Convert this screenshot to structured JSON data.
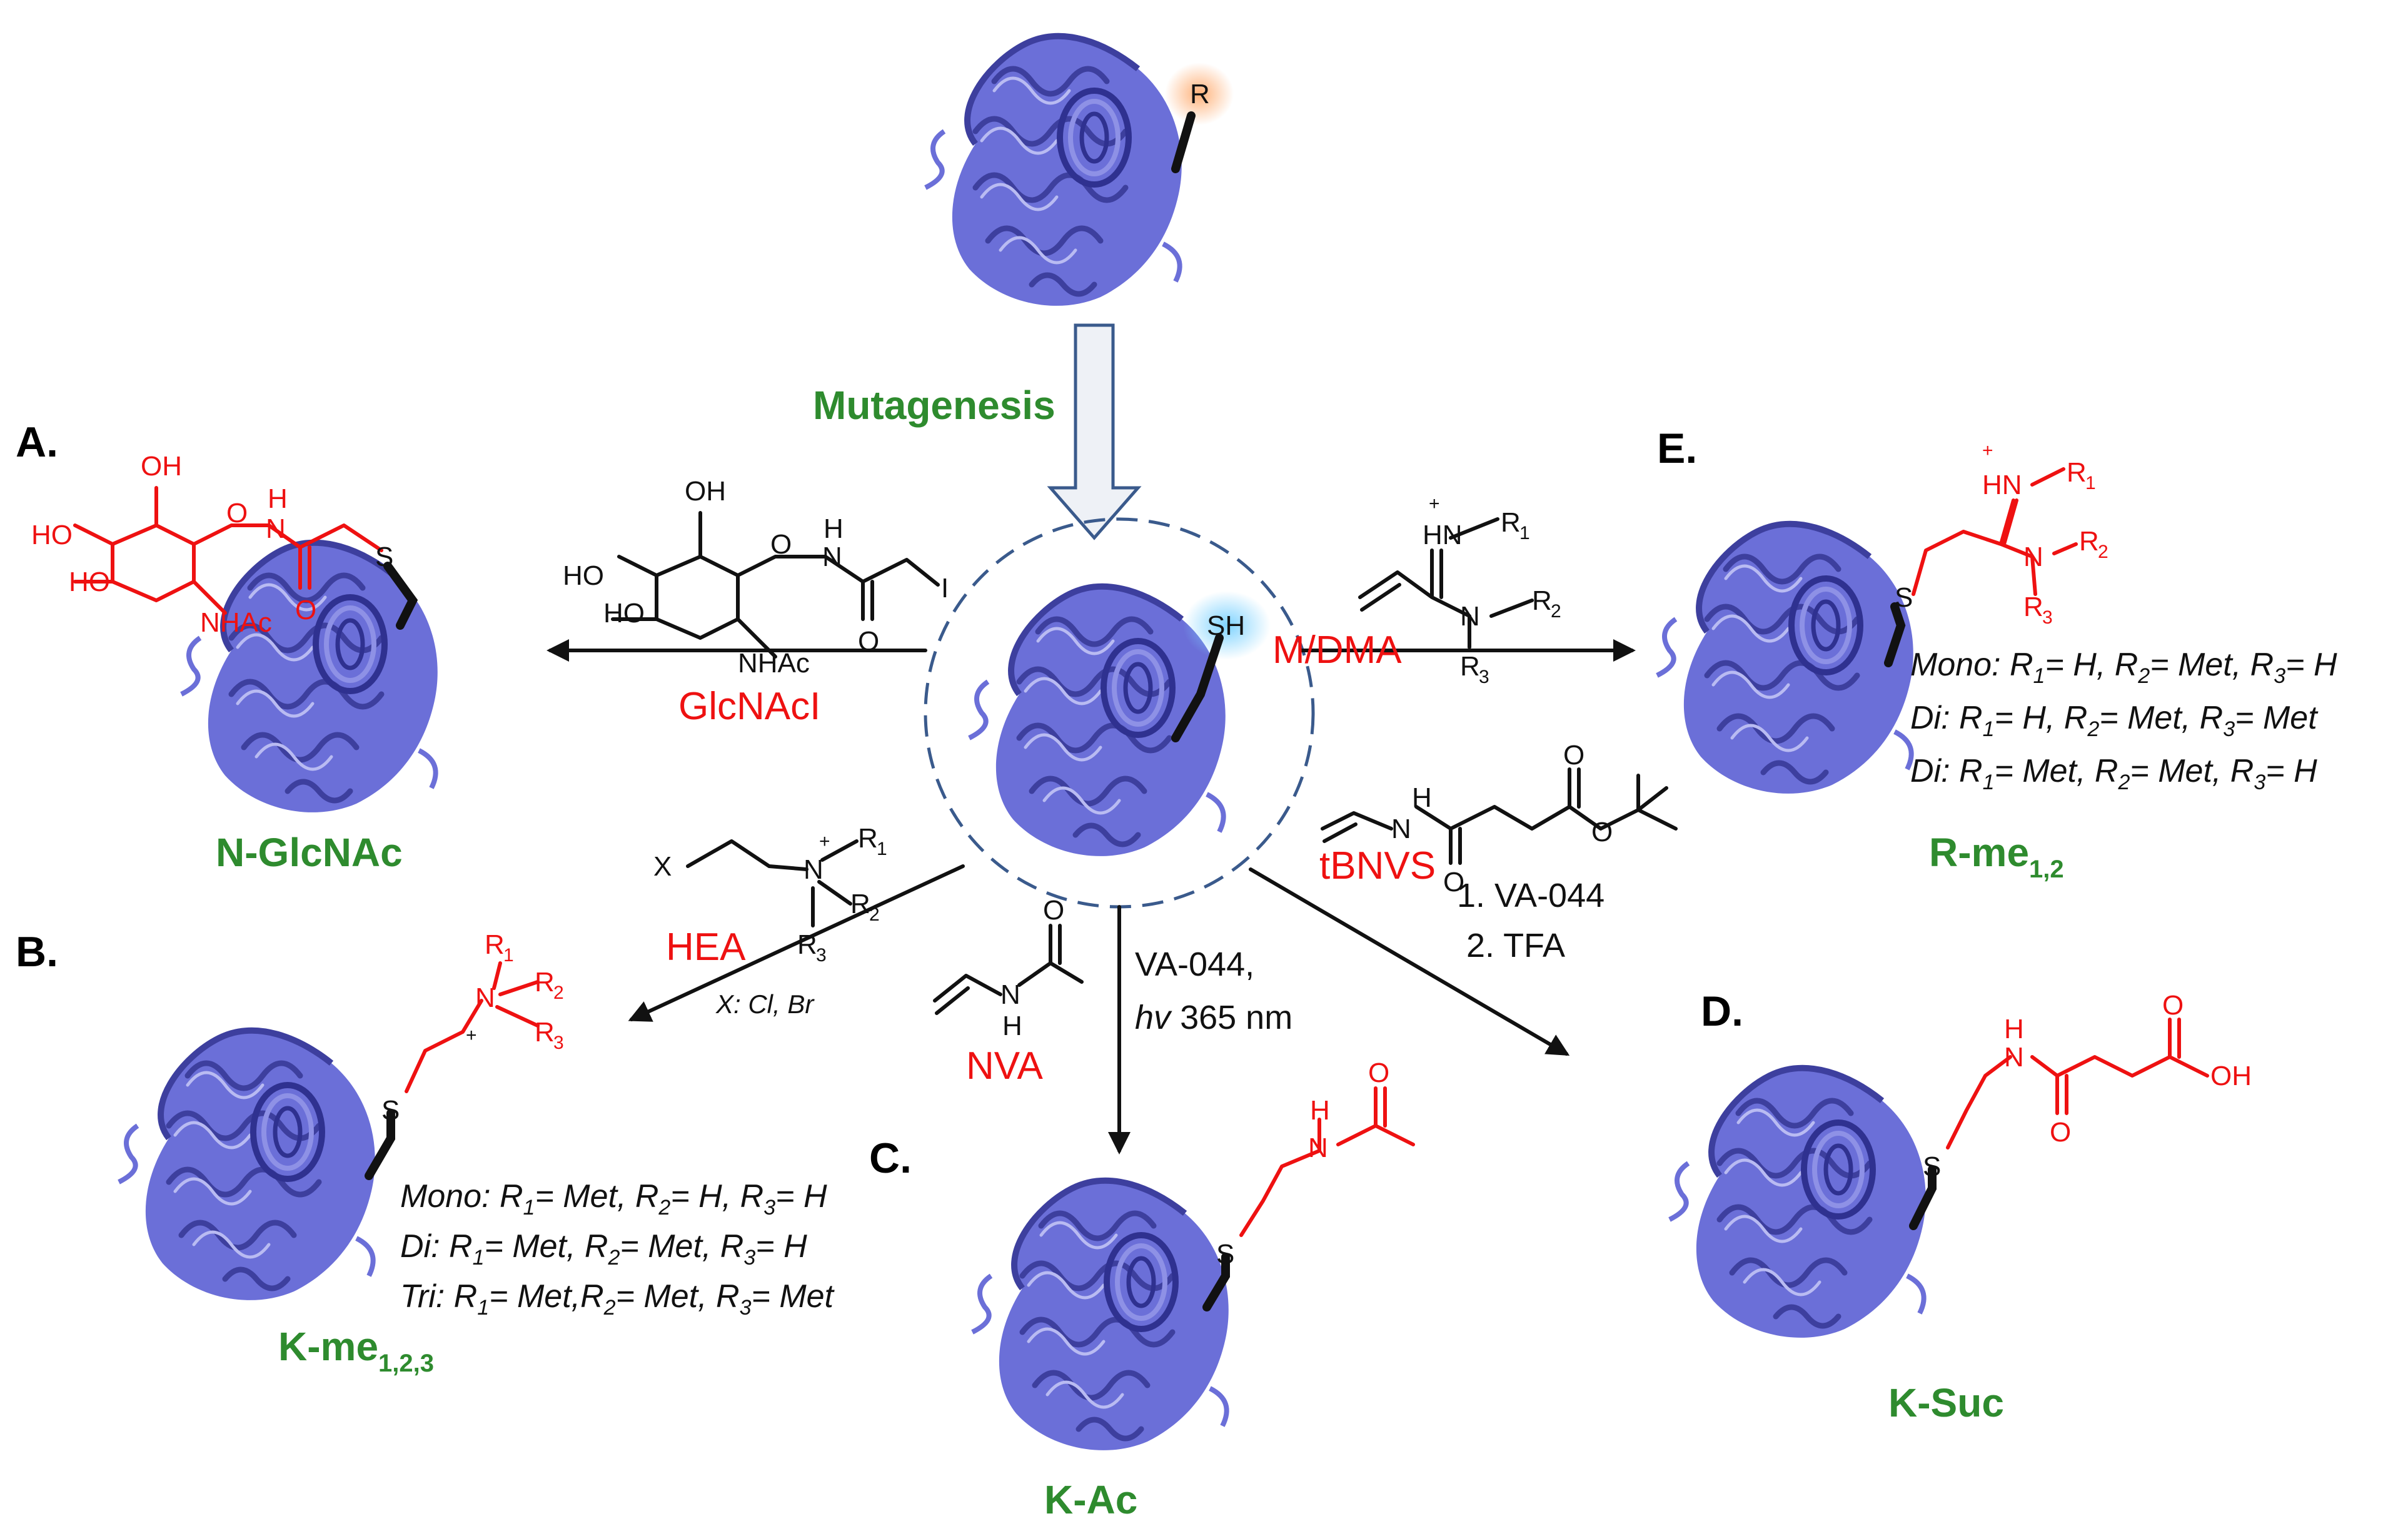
{
  "arrows": {
    "mutagenesis_label": "Mutagenesis",
    "c_conditions_line1": "VA-044,",
    "c_conditions_hv": "hv",
    "c_conditions_line2": "365 nm",
    "d_conditions_line1": "1. VA-044",
    "d_conditions_line2": "2. TFA",
    "b_conditions": "X: Cl, Br"
  },
  "top_protein": {
    "group": "R"
  },
  "center_protein": {
    "group": "SH"
  },
  "panels": {
    "A": {
      "letter": "A.",
      "reagent": "GlcNAcI",
      "product": "N-GlcNAc",
      "reagent_atoms": [
        "OH",
        "HO",
        "HO",
        "O",
        "N",
        "H",
        "NHAc",
        "O",
        "I"
      ],
      "product_atoms": [
        "OH",
        "HO",
        "HO",
        "O",
        "N",
        "H",
        "NHAc",
        "O",
        "S"
      ]
    },
    "B": {
      "letter": "B.",
      "reagent": "HEA",
      "product": "K-me",
      "product_sub": "1,2,3",
      "reagent_atoms": [
        "X",
        "N",
        "+",
        "R",
        "1",
        "R",
        "2",
        "R",
        "3"
      ],
      "product_atoms": [
        "R",
        "1",
        "R",
        "2",
        "R",
        "3",
        "N",
        "+",
        "S"
      ],
      "variants": [
        {
          "name": "Mono:",
          "r1": "Met",
          "r2": "H",
          "r3": "H"
        },
        {
          "name": "Di:",
          "r1": "Met",
          "r2": "Met",
          "r3": "H"
        },
        {
          "name": "Tri:",
          "r1": "Met",
          "r2": "Met",
          "r3": "Met"
        }
      ]
    },
    "C": {
      "letter": "C.",
      "reagent": "NVA",
      "product": "K-Ac",
      "reagent_atoms": [
        "N",
        "H",
        "O"
      ],
      "product_atoms": [
        "H",
        "N",
        "O",
        "S"
      ]
    },
    "D": {
      "letter": "D.",
      "reagent": "tBNVS",
      "product": "K-Suc",
      "reagent_atoms": [
        "H",
        "N",
        "O",
        "O",
        "O"
      ],
      "product_atoms": [
        "H",
        "N",
        "O",
        "O",
        "OH",
        "S"
      ]
    },
    "E": {
      "letter": "E.",
      "reagent": "M/DMA",
      "product": "R-me",
      "product_sub": "1,2",
      "reagent_atoms": [
        "+",
        "HN",
        "R",
        "1",
        "N",
        "R",
        "2",
        "R",
        "3"
      ],
      "product_atoms": [
        "+",
        "HN",
        "R",
        "1",
        "N",
        "R",
        "2",
        "R",
        "3",
        "S"
      ],
      "variants": [
        {
          "name": "Mono:",
          "r1": "H",
          "r2": "Met",
          "r3": "H"
        },
        {
          "name": "Di:",
          "r1": "H",
          "r2": "Met",
          "r3": "Met"
        },
        {
          "name": "Di:",
          "r1": "Met",
          "r2": "Met",
          "r3": "H"
        }
      ]
    }
  },
  "colors": {
    "protein": "#6b6fd8",
    "protein_dark": "#3d3f9e",
    "label_green": "#2e8b2e",
    "reagent_red": "#ee1111",
    "sh_glow": "#7fd3ff",
    "r_glow": "#ffb27a",
    "circle": "#3a5a8c"
  }
}
